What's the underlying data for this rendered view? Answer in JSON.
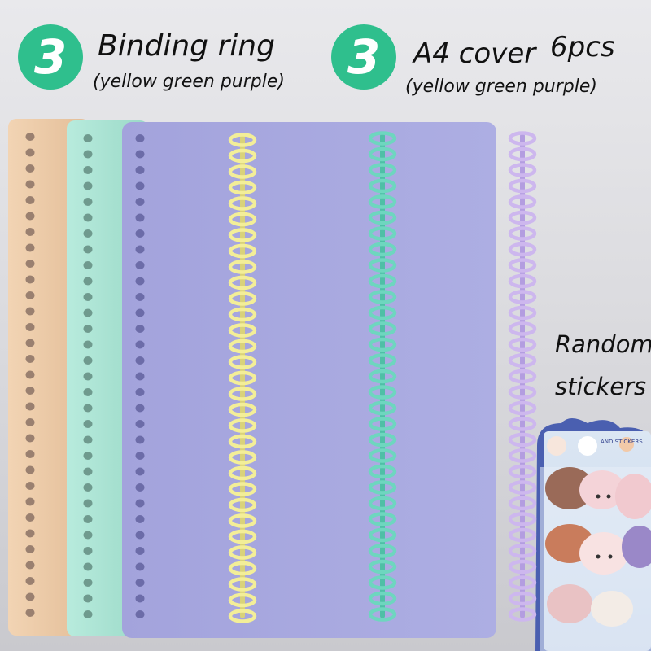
{
  "header": {
    "left": {
      "badge": "3",
      "title": "Binding ring",
      "subtitle": "(yellow green purple)"
    },
    "right": {
      "badge": "3",
      "title": "A4 cover",
      "count": "6pcs",
      "subtitle": "(yellow green purple)"
    }
  },
  "side_note": {
    "line1": "Random",
    "line2": "stickers"
  },
  "sticker_pack": {
    "brand": "AND STICKERS"
  },
  "colors": {
    "badge": "#2fbf8d",
    "cover_peach": "#ecc9a6",
    "cover_mint": "#a9e3d3",
    "cover_purple": "#a6a6dc",
    "ring_yellow": "#f3ee98",
    "ring_green": "#6ed6bf",
    "ring_purple": "#cdb7ee"
  },
  "icons": [
    "number-3-badge-icon",
    "sticker-bear-icon"
  ]
}
